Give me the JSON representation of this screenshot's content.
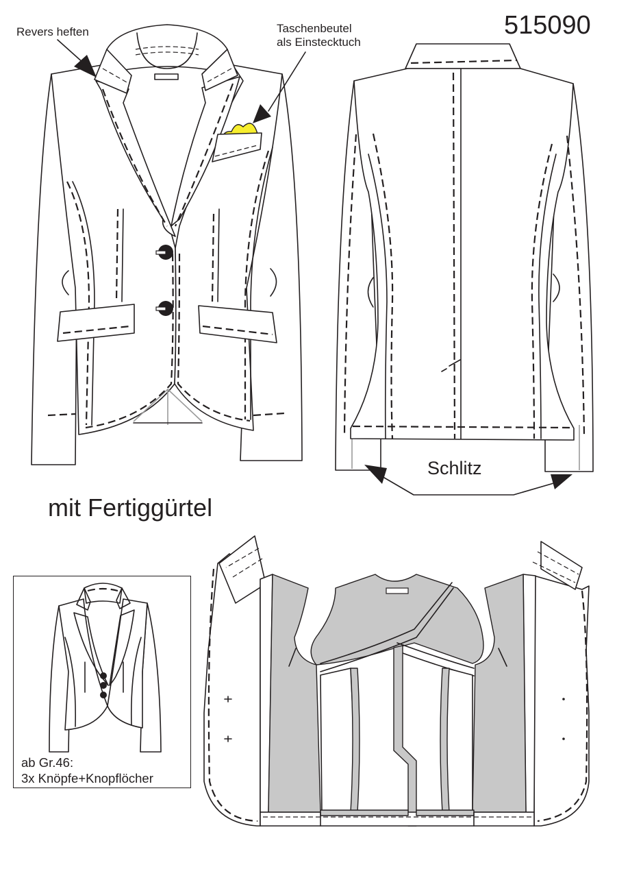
{
  "model_number": "515090",
  "annotations": {
    "revers": "Revers heften",
    "pocket_line1": "Taschenbeutel",
    "pocket_line2": "als Einstecktuch",
    "slit": "Schlitz",
    "belt": "mit Fertiggürtel",
    "size_line1": "ab Gr.46:",
    "size_line2": "3x Knöpfe+Knopflöcher"
  },
  "colors": {
    "line": "#231f20",
    "pocket_square": "#f7ee2e",
    "lining": "#c8c8c8",
    "faint": "#9a9a9a"
  }
}
